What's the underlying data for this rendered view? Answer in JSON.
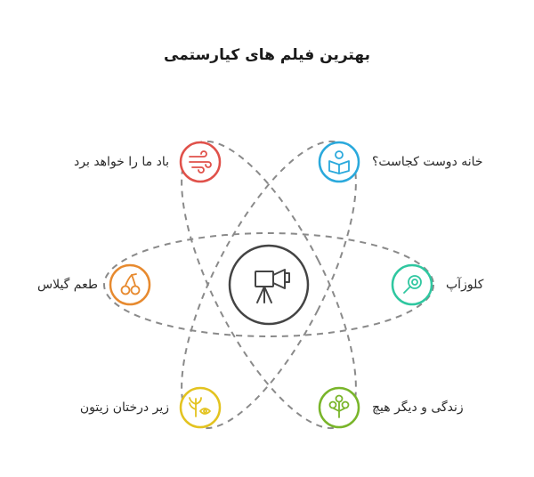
{
  "title": "بهترین فیلم های کیارستمی",
  "center": {
    "icon": "film-camera-icon",
    "color": "#444444"
  },
  "nodes": [
    {
      "key": "wind",
      "label": "باد ما را خواهد برد",
      "icon": "wind-icon",
      "color": "#e0514a"
    },
    {
      "key": "friend",
      "label": "خانه دوست کجاست؟",
      "icon": "reading-child-icon",
      "color": "#2aa9dc"
    },
    {
      "key": "cherry",
      "label": "طعم گیلاس",
      "icon": "cherries-icon",
      "color": "#e78a2f"
    },
    {
      "key": "closeup",
      "label": "کلوزآپ",
      "icon": "magnifier-icon",
      "color": "#2fc7a0"
    },
    {
      "key": "olive",
      "label": "زیر درختان زیتون",
      "icon": "leaf-eye-icon",
      "color": "#e3c320"
    },
    {
      "key": "life",
      "label": "زندگی و دیگر هیچ",
      "icon": "sprout-icon",
      "color": "#79b52a"
    }
  ]
}
